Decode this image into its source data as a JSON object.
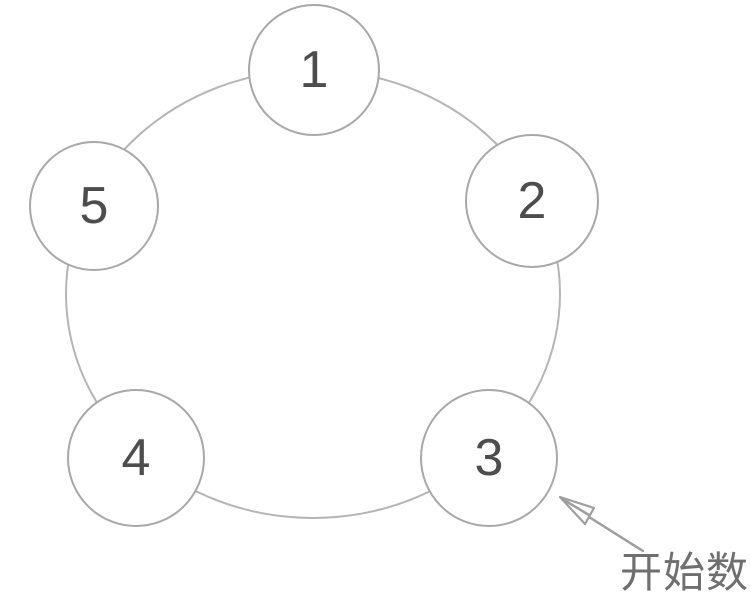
{
  "diagram": {
    "type": "josephus-ring",
    "nodes": [
      {
        "id": "node-1",
        "label": "1"
      },
      {
        "id": "node-2",
        "label": "2"
      },
      {
        "id": "node-3",
        "label": "3"
      },
      {
        "id": "node-4",
        "label": "4"
      },
      {
        "id": "node-5",
        "label": "5"
      }
    ],
    "annotation": {
      "label": "开始数",
      "target_node": "3"
    },
    "colors": {
      "ring_stroke": "#b5b5b5",
      "node_stroke": "#a8a8a8",
      "node_fill": "#ffffff",
      "number_color": "#4d4d4d",
      "annotation_color": "#6f6f6f",
      "arrow_color": "#9e9e9e",
      "page_bg": "#ffffff"
    }
  }
}
